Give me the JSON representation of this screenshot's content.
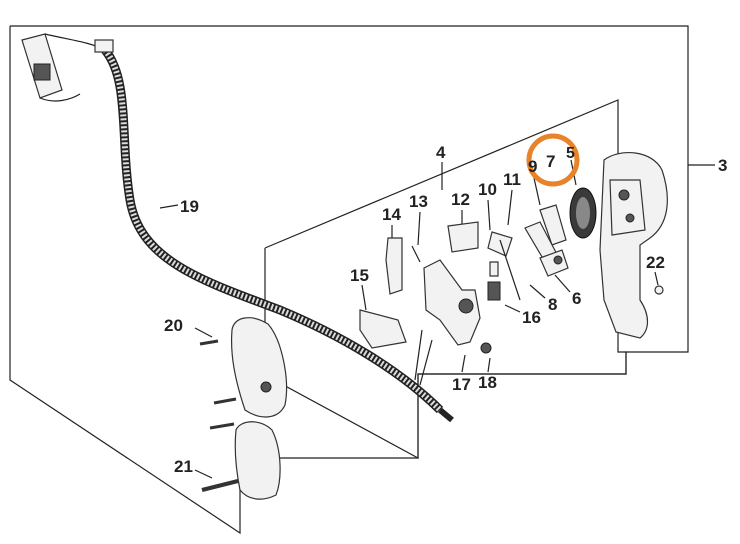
{
  "diagram": {
    "highlight_color": "#E8832A",
    "labels": {
      "p3": "3",
      "p4": "4",
      "p5": "5",
      "p6": "6",
      "p7": "7",
      "p8": "8",
      "p9": "9",
      "p10": "10",
      "p11": "11",
      "p12": "12",
      "p13": "13",
      "p14": "14",
      "p15": "15",
      "p16": "16",
      "p17": "17",
      "p18": "18",
      "p19": "19",
      "p20": "20",
      "p21": "21",
      "p22": "22"
    },
    "highlighted_part": "7"
  }
}
